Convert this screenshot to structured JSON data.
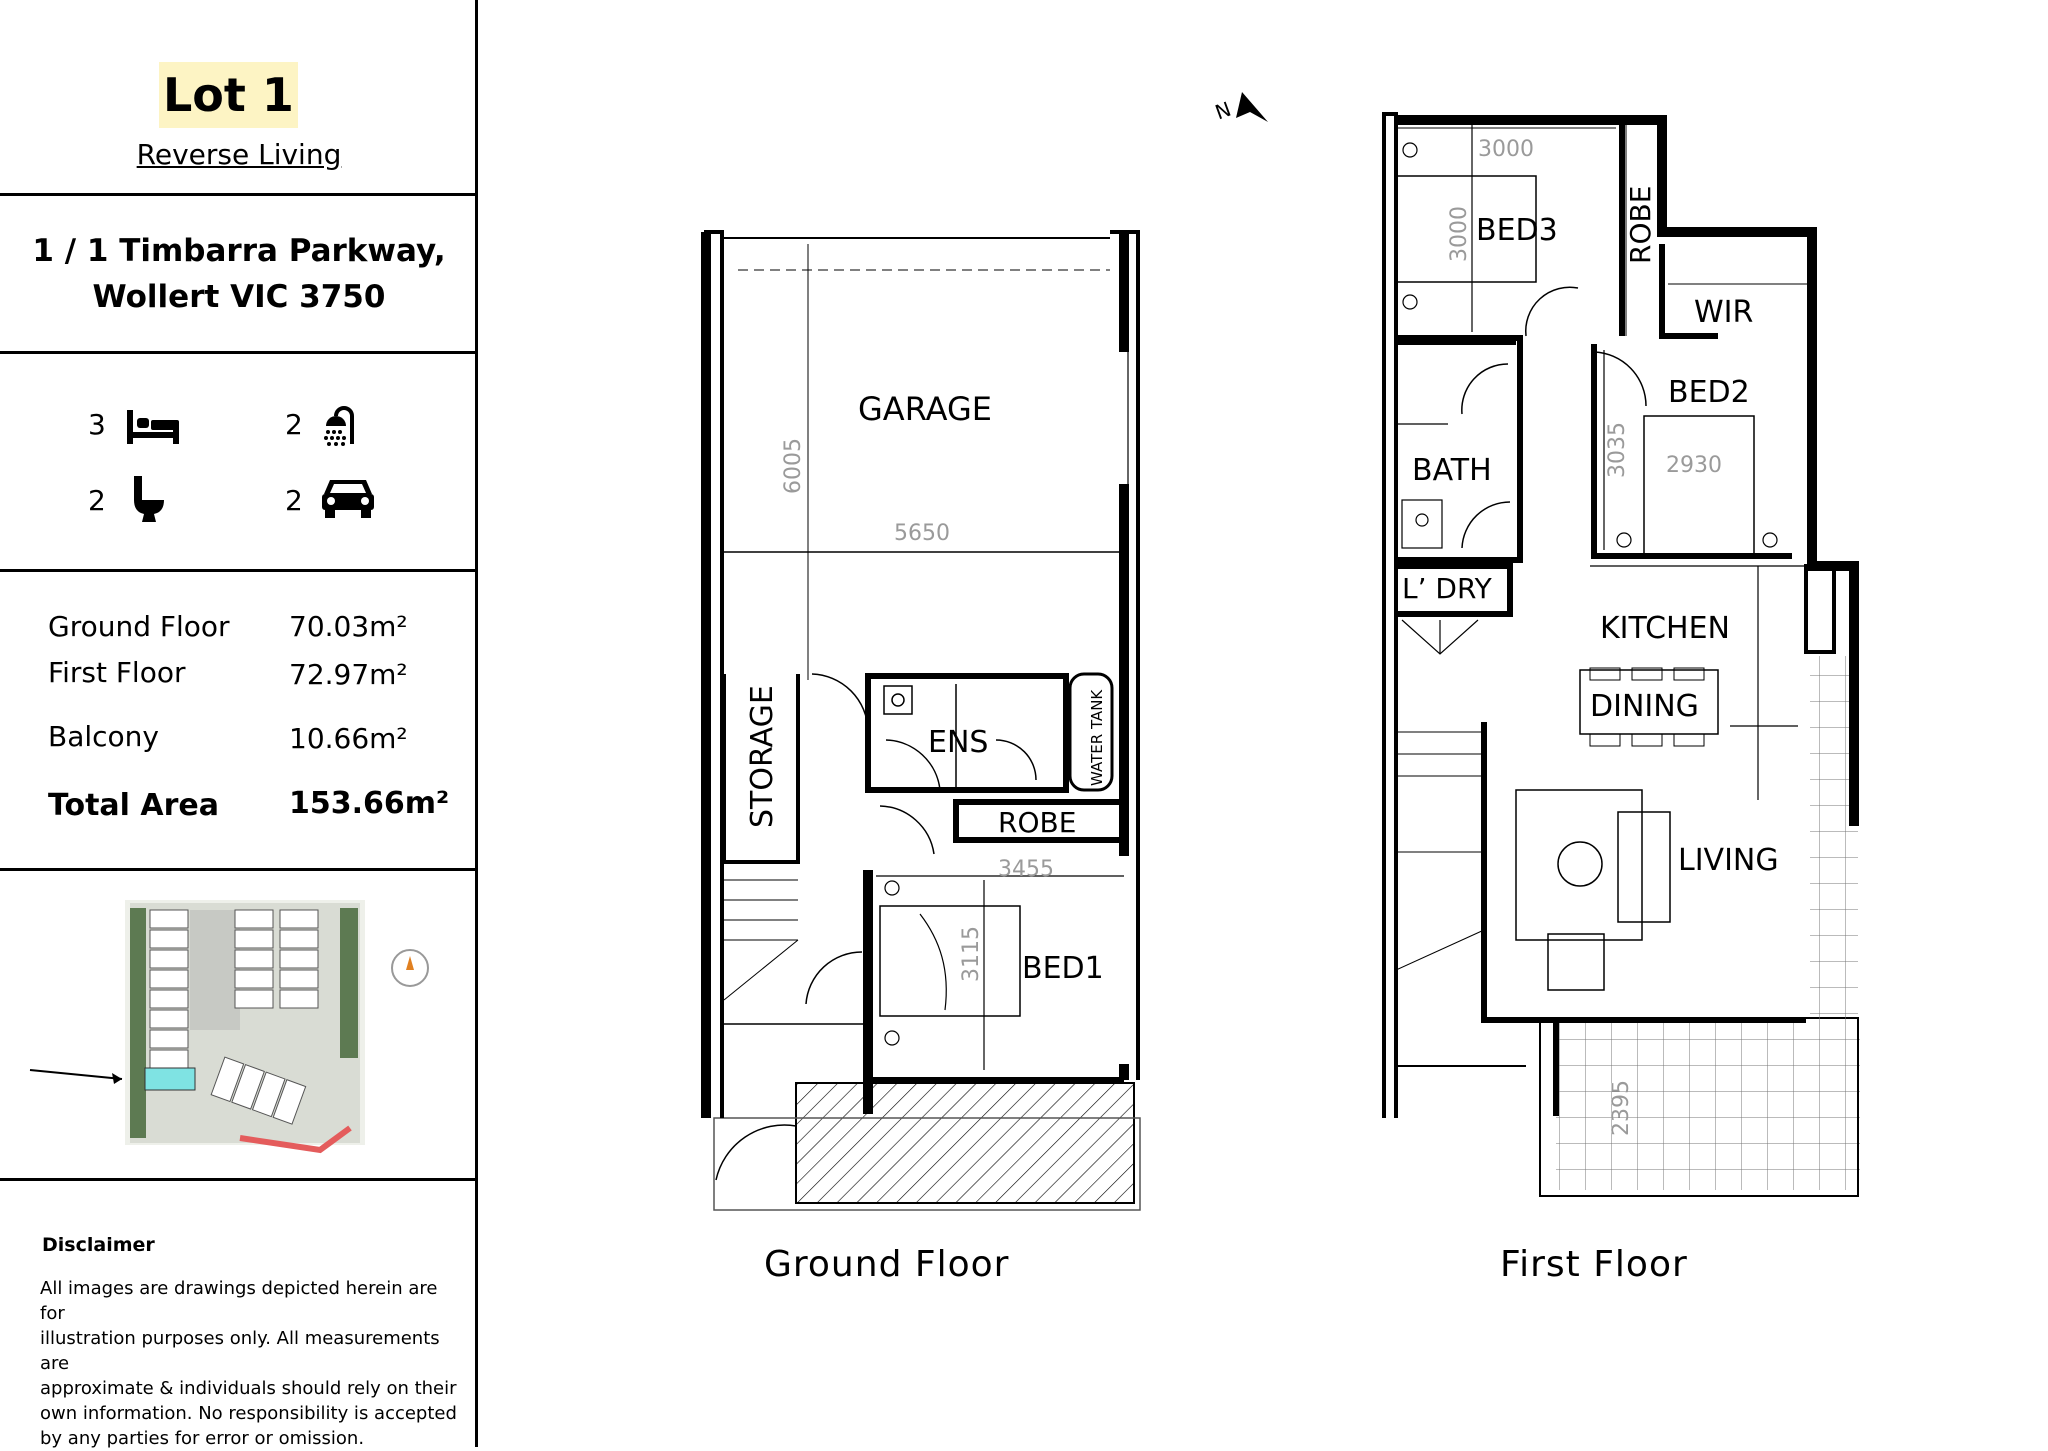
{
  "lot": {
    "title": "Lot 1",
    "subtitle": "Reverse Living"
  },
  "address": {
    "line1": "1 / 1 Timbarra Parkway,",
    "line2": "Wollert VIC 3750"
  },
  "features": {
    "bedrooms": {
      "count": "3",
      "icon": "bed-icon"
    },
    "bathrooms": {
      "count": "2",
      "icon": "shower-icon"
    },
    "toilets": {
      "count": "2",
      "icon": "toilet-icon"
    },
    "car_spaces": {
      "count": "2",
      "icon": "car-icon"
    }
  },
  "areas": [
    {
      "label": "Ground Floor",
      "value": "70.03m²"
    },
    {
      "label": "First Floor",
      "value": "72.97m²"
    },
    {
      "label": "Balcony",
      "value": "10.66m²"
    },
    {
      "label": "Total Area",
      "value": "153.66m²"
    }
  ],
  "disclaimer": {
    "title": "Disclaimer",
    "lines": [
      "All images are drawings depicted herein are for",
      "illustration purposes only. All measurements are",
      "approximate & individuals should rely on their",
      "own information. No responsibility is accepted",
      "by any parties for error or omission."
    ]
  },
  "ground_floor": {
    "label": "Ground  Floor",
    "rooms": {
      "garage": "GARAGE",
      "storage": "STORAGE",
      "ens": "ENS",
      "water_tank": "WATER TANK",
      "robe": "ROBE",
      "bed1": "BED1"
    },
    "dims": {
      "garage_width": "5650",
      "garage_depth": "6005",
      "bed1_width": "3455",
      "bed1_depth": "3115"
    }
  },
  "first_floor": {
    "label": "First  Floor",
    "rooms": {
      "bed3": "BED3",
      "robe": "ROBE",
      "wir": "WIR",
      "bed2": "BED2",
      "bath": "BATH",
      "laundry": "L’ DRY",
      "kitchen": "KITCHEN",
      "dining": "DINING",
      "living": "LIVING"
    },
    "dims": {
      "bed3_width": "3000",
      "bed3_depth": "3000",
      "bed2_width": "2930",
      "bed2_depth": "3035",
      "balcony_depth": "2395"
    }
  },
  "compass": {
    "label": "N",
    "icon": "north-arrow-icon"
  },
  "colors": {
    "highlight": "#fdf4c4",
    "site_lot": "#7fe3e3"
  }
}
